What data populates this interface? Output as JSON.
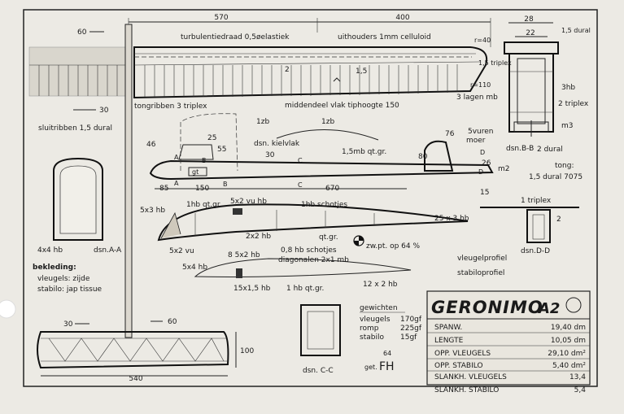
{
  "wing": {
    "dim_570": "570",
    "dim_400": "400",
    "dim_60": "60",
    "turbulator": "turbulentiedraad 0,5øelastiek",
    "tip_holders": "uithouders 1mm celluloid",
    "r40": "r=40",
    "r110": "r=110",
    "rib2": "2",
    "rib15": "1,5",
    "triplex15": "1,5 triplex",
    "three_ply_mb": "3 lagen mb",
    "tongribben": "tongribben  3 triplex",
    "middendeel": "middendeel vlak  tiphoogte 150",
    "dim_30": "30",
    "sluitribben": "sluitribben 1,5 dural"
  },
  "tongue": {
    "dim_28": "28",
    "dim_22": "22",
    "dural15": "1,5 dural",
    "hb3": "3hb",
    "triplex2": "2 triplex",
    "m3": "m3",
    "dural2": "2 dural",
    "section_bb": "dsn.B-B",
    "tong_title": "tong:",
    "tong_material": "1,5 dural 7075"
  },
  "fuselage_nose": {
    "zb1": "1zb",
    "dim_25": "25",
    "dim_55": "55",
    "dim_30": "30",
    "dim_46": "46",
    "mark_a": "A",
    "mark_b": "B",
    "mark_c": "C",
    "gt": "gt",
    "dim_85": "85",
    "dim_150": "150",
    "dim_670": "670",
    "kielvlak": "dsn. kielvlak",
    "mb15": "1,5mb qt.gr."
  },
  "fin": {
    "dim_76": "76",
    "dim_80": "80",
    "moer": "moer",
    "vuren": "5vuren",
    "dim_26": "26",
    "m2": "m2",
    "dim_15": "15",
    "mark_d": "D"
  },
  "section_aa": {
    "hb4x4": "4x4 hb",
    "label": "dsn.A-A"
  },
  "covering": {
    "title": "bekleding:",
    "line1": "vleugels: zijde",
    "line2": "stabilo: jap tissue"
  },
  "profile": {
    "hb5x3": "5x3 hb",
    "hbqt": "1hb qt.gr.",
    "vu5x2": "5x2 vu  hb",
    "schotjes": "1hb schotjes",
    "hb2x2": "2x2 hb",
    "qtgr": "qt.gr.",
    "hb25x3": "25 x 3 hb",
    "vu5x2b": "5x2 vu",
    "cg": "zw.pt. op 64 %",
    "wing_profile": "vleugelprofiel",
    "stab_profile": "stabiloprofiel"
  },
  "stab": {
    "hb5x4": "5x4 hb",
    "hb8x2": "8 5x2 hb",
    "schotjes08": "0,8 hb schotjes",
    "diagonalen": "diagonalen 2x1 mb",
    "hb15x15": "15x1,5 hb",
    "hbqt": "1 hb qt.gr.",
    "hb12x2": "12 x 2 hb"
  },
  "section_dd": {
    "triplex1": "1 triplex",
    "dim2": "2",
    "label": "dsn.D-D"
  },
  "stab_plan": {
    "dim_30": "30",
    "dim_60": "60",
    "dim_100": "100",
    "dim_540": "540"
  },
  "section_cc": {
    "label": "dsn. C-C"
  },
  "weights": {
    "title": "gewichten",
    "rows": [
      {
        "name": "vleugels",
        "value": "170gf"
      },
      {
        "name": "romp",
        "value": "225gf"
      },
      {
        "name": "stabilo",
        "value": "15gf"
      }
    ]
  },
  "signature": {
    "prefix": "get.",
    "year": "64",
    "initials": "FH"
  },
  "titleblock": {
    "name": "GERONIMO",
    "class": "A2",
    "rows": [
      {
        "label": "SPANW.",
        "value": "19,40 dm"
      },
      {
        "label": "LENGTE",
        "value": "10,05 dm"
      },
      {
        "label": "OPP. VLEUGELS",
        "value": "29,10 dm²"
      },
      {
        "label": "OPP. STABILO",
        "value": "5,40 dm²"
      },
      {
        "label": "SLANKH. VLEUGELS",
        "value": "13,4"
      },
      {
        "label": "SLANKH. STABILO",
        "value": "5,4"
      }
    ]
  },
  "colors": {
    "paper": "#eceae4",
    "ink": "#1c1c1c",
    "balsa": "#cfc9bc"
  }
}
